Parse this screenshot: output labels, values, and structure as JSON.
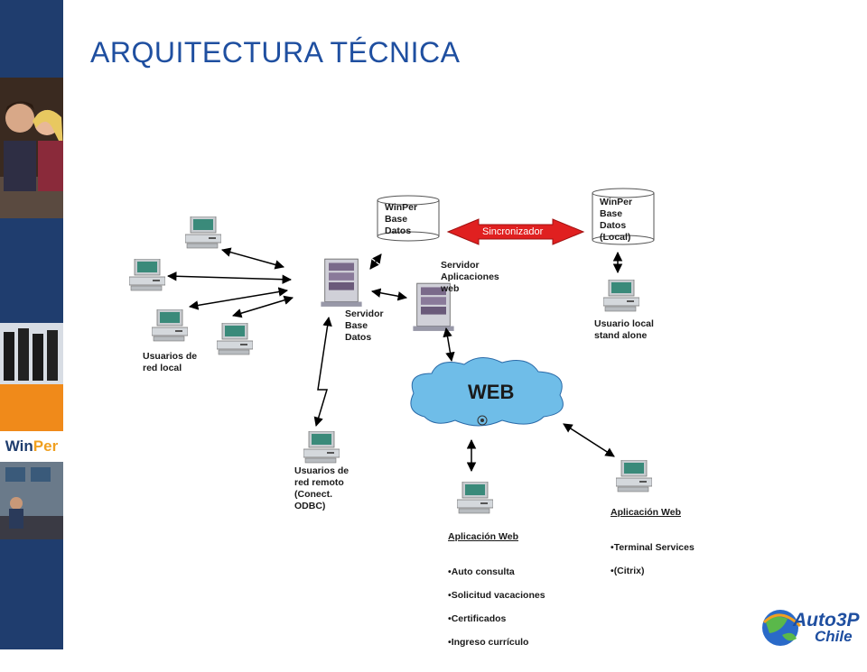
{
  "title": "ARQUITECTURA TÉCNICA",
  "sidebar": {
    "logo_text_a": "Win",
    "logo_text_b": "Per"
  },
  "diagram": {
    "db_winper": "WinPer\nBase\nDatos",
    "db_winper_local": "WinPer\nBase\nDatos\n(Local)",
    "sync_label": "Sincronizador",
    "server_app_web": "Servidor\nAplicaciones\nweb",
    "server_db": "Servidor\nBase\nDatos",
    "usuario_local": "Usuario local\nstand alone",
    "usuarios_red_local": "Usuarios de\nred local",
    "usuarios_red_remoto": "Usuarios de\nred remoto\n(Conect.\nODBC)",
    "cloud": "WEB",
    "app_web_1": {
      "title": "Aplicación Web",
      "items": [
        "Auto consulta",
        "Solicitud vacaciones",
        "Certificados",
        "Ingreso currículo"
      ]
    },
    "app_web_2": {
      "title": "Aplicación Web",
      "items": [
        "Terminal Services",
        "(Citrix)"
      ]
    }
  },
  "brand": {
    "name": "Auto3P",
    "country": "Chile"
  },
  "colors": {
    "sidebar": "#1f3d6e",
    "title": "#1f4fa0",
    "cloud": "#6fbde8",
    "sync_arrow": "#e02020"
  }
}
